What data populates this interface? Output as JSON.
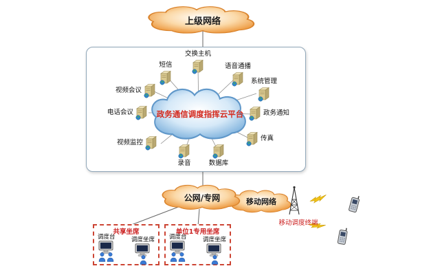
{
  "top_network": {
    "label": "上级网络"
  },
  "platform": {
    "label": "政务通信调度指挥云平台",
    "servers": [
      {
        "label": "交换主机"
      },
      {
        "label": "短信"
      },
      {
        "label": "语音通播"
      },
      {
        "label": "视频会议"
      },
      {
        "label": "系统管理"
      },
      {
        "label": "电话会议"
      },
      {
        "label": "政务通知"
      },
      {
        "label": "视频监控"
      },
      {
        "label": "传真"
      },
      {
        "label": "录音"
      },
      {
        "label": "数据库"
      }
    ]
  },
  "networks": {
    "public": {
      "label": "公网/专网"
    },
    "mobile": {
      "label": "移动网络"
    }
  },
  "mobile_terminal": {
    "label": "移动调度终端",
    "phone_count": 2
  },
  "seat_groups": [
    {
      "title": "共享坐席",
      "consoles": [
        {
          "label": "调度台"
        },
        {
          "label": "调度坐席"
        }
      ]
    },
    {
      "title": "单位1专用坐席",
      "consoles": [
        {
          "label": "调度台"
        },
        {
          "label": "调度坐席"
        }
      ]
    }
  ],
  "icons": {
    "server": "3d-server-tower-with-globe",
    "monitor": "dispatch-console-monitor",
    "person": "operator-person",
    "tower": "radio-antenna-tower",
    "bolt": "wireless-signal-lightning",
    "phone": "mobile-phone-handset",
    "cloud_orange": "network-cloud",
    "cloud_blue": "platform-cloud"
  },
  "colors": {
    "cloud_orange_edge": "#ec9539",
    "cloud_blue_edge": "#7fb2dd",
    "platform_text": "#d42a1e",
    "accent_red": "#cc2222",
    "line": "#666666"
  }
}
